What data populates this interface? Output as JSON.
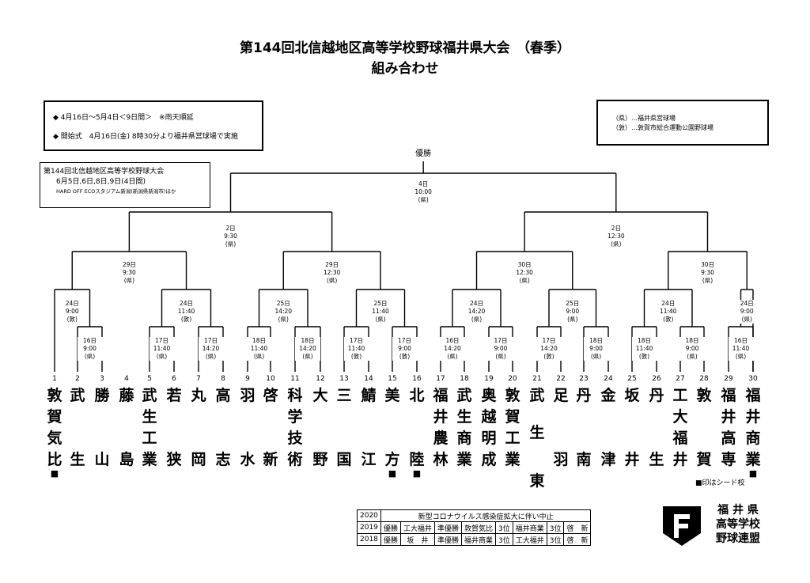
{
  "header": {
    "title": "第144回北信越地区高等学校野球福井県大会　（春季）",
    "subtitle": "組み合わせ"
  },
  "schedule_box": {
    "line1": "◆ 4月16日～5月4日＜9日間＞　※雨天順延",
    "line2": "◆ 開始式　4月16日(金) 8時30分より福井県営球場で実施"
  },
  "legend_box": {
    "line1": "（県）…福井県営球場",
    "line2": "（敦）…敦賀市総合運動公園野球場"
  },
  "regional_note": {
    "line1": "第144回北信越地区高等学校野球大会",
    "line2": "6月5日,6日,8日,9日(4日間)",
    "line3": "HARD OFF ECOスタジアム新潟(新潟県新潟市)ほか"
  },
  "final_label": "優勝",
  "teams": [
    {
      "num": "1",
      "name": "敦賀気比",
      "seed": true
    },
    {
      "num": "2",
      "name": "武生",
      "seed": false
    },
    {
      "num": "3",
      "name": "勝山",
      "seed": false
    },
    {
      "num": "4",
      "name": "藤島",
      "seed": false
    },
    {
      "num": "5",
      "name": "武生工業",
      "seed": false
    },
    {
      "num": "6",
      "name": "若狭",
      "seed": false
    },
    {
      "num": "7",
      "name": "丸岡",
      "seed": false
    },
    {
      "num": "8",
      "name": "高志",
      "seed": false
    },
    {
      "num": "9",
      "name": "羽水",
      "seed": false
    },
    {
      "num": "10",
      "name": "啓新",
      "seed": false
    },
    {
      "num": "11",
      "name": "科学技術",
      "seed": false
    },
    {
      "num": "12",
      "name": "大野",
      "seed": false
    },
    {
      "num": "13",
      "name": "三国",
      "seed": false
    },
    {
      "num": "14",
      "name": "鯖江",
      "seed": false
    },
    {
      "num": "15",
      "name": "美方",
      "seed": true
    },
    {
      "num": "16",
      "name": "北陸",
      "seed": true
    },
    {
      "num": "17",
      "name": "福井農林",
      "seed": false
    },
    {
      "num": "18",
      "name": "武生商業",
      "seed": false
    },
    {
      "num": "19",
      "name": "奥越明成",
      "seed": false
    },
    {
      "num": "20",
      "name": "敦賀工業",
      "seed": false
    },
    {
      "num": "21",
      "name": "武生東",
      "seed": false
    },
    {
      "num": "22",
      "name": "足羽",
      "seed": false
    },
    {
      "num": "23",
      "name": "丹南",
      "seed": false
    },
    {
      "num": "24",
      "name": "金津",
      "seed": false
    },
    {
      "num": "25",
      "name": "坂井",
      "seed": false
    },
    {
      "num": "26",
      "name": "丹生",
      "seed": false
    },
    {
      "num": "27",
      "name": "工大福井",
      "seed": false
    },
    {
      "num": "28",
      "name": "敦賀",
      "seed": false
    },
    {
      "num": "29",
      "name": "福井高専",
      "seed": false
    },
    {
      "num": "30",
      "name": "福井商業",
      "seed": true
    }
  ],
  "seed_mark": "■",
  "seed_note": "■印はシード校",
  "games": {
    "r1": [
      [
        "16日",
        "9:00",
        "(県)"
      ],
      [
        "17日",
        "11:40",
        "(県)"
      ],
      [
        "17日",
        "14:20",
        "(県)"
      ],
      [
        "18日",
        "11:40",
        "(県)"
      ],
      [
        "18日",
        "14:20",
        "(県)"
      ],
      [
        "17日",
        "11:40",
        "(敦)"
      ],
      [
        "17日",
        "9:00",
        "(敦)"
      ],
      [
        "16日",
        "14:20",
        "(県)"
      ],
      [
        "17日",
        "9:00",
        "(県)"
      ],
      [
        "17日",
        "14:20",
        "(敦)"
      ],
      [
        "18日",
        "9:00",
        "(県)"
      ],
      [
        "18日",
        "11:40",
        "(敦)"
      ],
      [
        "18日",
        "9:00",
        "(県)"
      ],
      [
        "16日",
        "11:40",
        "(県)"
      ]
    ],
    "r2": [
      [
        "24日",
        "9:00",
        "(敦)"
      ],
      [
        "24日",
        "11:40",
        "(敦)"
      ],
      [
        "25日",
        "14:20",
        "(県)"
      ],
      [
        "25日",
        "11:40",
        "(県)"
      ],
      [
        "24日",
        "14:20",
        "(県)"
      ],
      [
        "25日",
        "9:00",
        "(県)"
      ],
      [
        "24日",
        "11:40",
        "(敦)"
      ],
      [
        "24日",
        "9:00",
        "(県)"
      ]
    ],
    "r3": [
      [
        "29日",
        "9:30",
        "(県)"
      ],
      [
        "29日",
        "12:30",
        "(県)"
      ],
      [
        "30日",
        "12:30",
        "(県)"
      ],
      [
        "30日",
        "9:30",
        "(県)"
      ]
    ],
    "semi": [
      [
        "2日",
        "9:30",
        "(県)"
      ],
      [
        "2日",
        "12:30",
        "(県)"
      ]
    ],
    "final": [
      "4日",
      "10:00",
      "(県)"
    ]
  },
  "history": [
    {
      "year": "2020",
      "cells": [
        "新型コロナウイルス感染症拡大に伴い中止"
      ]
    },
    {
      "year": "2019",
      "cells": [
        "優勝",
        "工大福井",
        "準優勝",
        "敦賀気比",
        "3位",
        "福井商業",
        "3位",
        "啓　新"
      ]
    },
    {
      "year": "2018",
      "cells": [
        "優勝",
        "坂　井",
        "準優勝",
        "福井商業",
        "3位",
        "工大福井",
        "3位",
        "啓　新"
      ]
    }
  ],
  "logo": {
    "line1": "福 井 県",
    "line2": "高等学校",
    "line3": "野球連盟"
  }
}
